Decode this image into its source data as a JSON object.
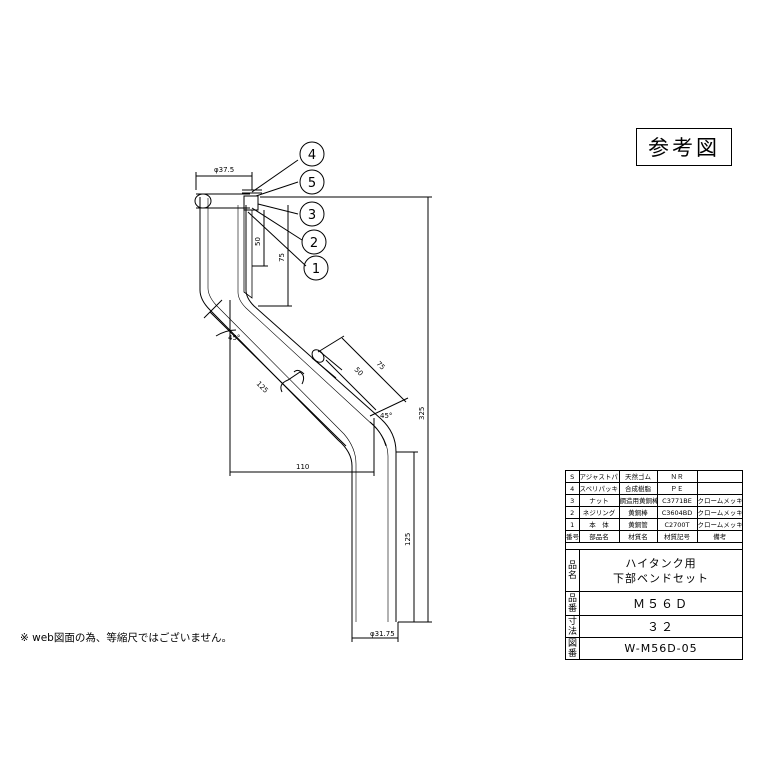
{
  "reference_label": "参考図",
  "note": "※ web図面の為、等縮尺ではございません。",
  "dimensions": {
    "d_top": "φ37.5",
    "d_bottom": "φ31.75",
    "h50_top": "50",
    "h75_top": "75",
    "angle_upper": "45°",
    "len_125_diag": "125",
    "d50_diag": "50",
    "d75_diag": "75",
    "angle_lower": "45°",
    "total_325": "325",
    "horiz_110": "110",
    "v125_bottom": "125"
  },
  "balloons": [
    "4",
    "5",
    "3",
    "2",
    "1"
  ],
  "parts_table": {
    "rows": [
      {
        "no": "S",
        "name": "アジャストパッキン",
        "material": "天然ゴム",
        "code": "ＮＲ",
        "note": ""
      },
      {
        "no": "4",
        "name": "スベリパッキン",
        "material": "合成樹脂",
        "code": "ＰＥ",
        "note": ""
      },
      {
        "no": "3",
        "name": "ナット",
        "material": "鋼造用黄銅棒",
        "code": "C3771BE",
        "note": "クロームメッキ"
      },
      {
        "no": "2",
        "name": "ネジリング",
        "material": "黄銅棒",
        "code": "C3604BD",
        "note": "クロームメッキ"
      },
      {
        "no": "1",
        "name": "本　体",
        "material": "黄銅管",
        "code": "C2700T",
        "note": "クロームメッキ"
      }
    ],
    "header": {
      "no": "番号",
      "name": "部品名",
      "material": "材質名",
      "code": "材質記号",
      "note": "備考"
    }
  },
  "title_block": {
    "name_label": [
      "品",
      "名"
    ],
    "name_value_1": "ハイタンク用",
    "name_value_2": "下部ベンドセット",
    "number_label": [
      "品",
      "番"
    ],
    "number_value": "Ｍ５６Ｄ",
    "size_label": [
      "寸",
      "法"
    ],
    "size_value": "３２",
    "drawing_label": [
      "図",
      "番"
    ],
    "drawing_value": "W-M56D-05"
  }
}
